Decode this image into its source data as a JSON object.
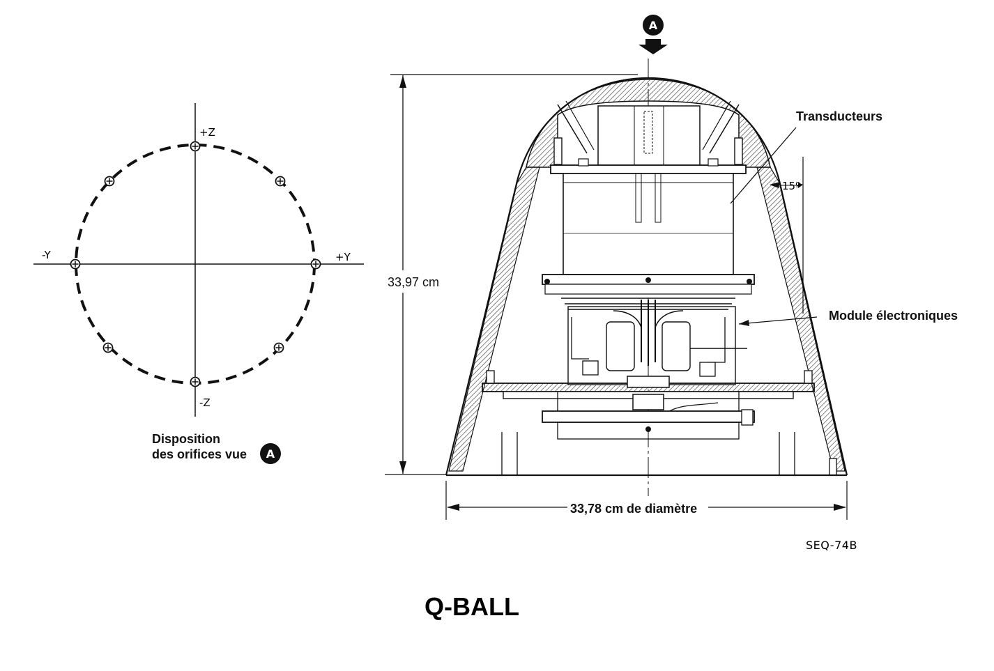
{
  "title": "Q-BALL",
  "figure_code": "SEQ-74B",
  "view_marker": "A",
  "axes": {
    "plus_z": "+Z",
    "minus_z": "-Z",
    "plus_y": "+Y",
    "minus_y": "-Y"
  },
  "orifice_layout_caption": {
    "line1": "Disposition",
    "line2": "des orifices vue"
  },
  "labels": {
    "transducers": "Transducteurs",
    "electronics_module": "Module électroniques",
    "cone_angle": "15º",
    "height": "33,97 cm",
    "diameter": "33,78 cm de diamètre"
  },
  "colors": {
    "ink": "#111111",
    "background": "#ffffff"
  }
}
